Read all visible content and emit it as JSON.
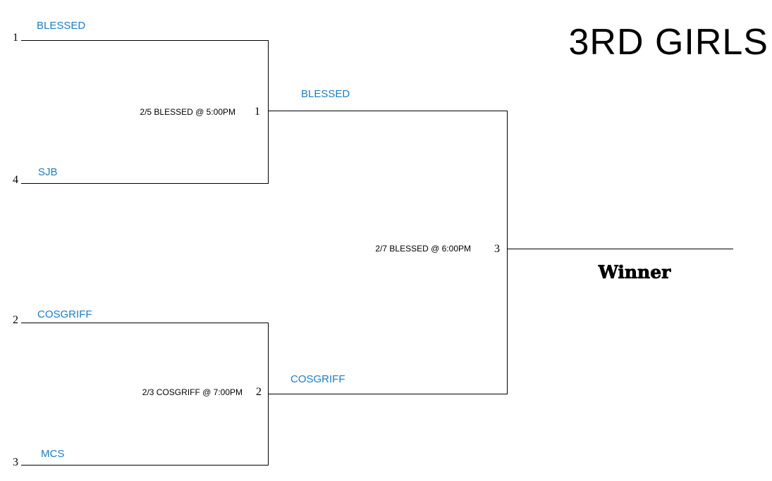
{
  "title": "3RD GIRLS",
  "winner_label": "Winner",
  "colors": {
    "team_text": "#1a7dc2",
    "lines": "#000000"
  },
  "round1": [
    {
      "seed": "1",
      "team": "BLESSED"
    },
    {
      "seed": "4",
      "team": "SJB"
    },
    {
      "seed": "2",
      "team": "COSGRIFF"
    },
    {
      "seed": "3",
      "team": "MCS"
    }
  ],
  "games": [
    {
      "number": "1",
      "info": "2/5 BLESSED @ 5:00PM"
    },
    {
      "number": "2",
      "info": "2/3 COSGRIFF @ 7:00PM"
    },
    {
      "number": "3",
      "info": "2/7 BLESSED @ 6:00PM"
    }
  ],
  "round2": [
    {
      "team": "BLESSED"
    },
    {
      "team": "COSGRIFF"
    }
  ]
}
